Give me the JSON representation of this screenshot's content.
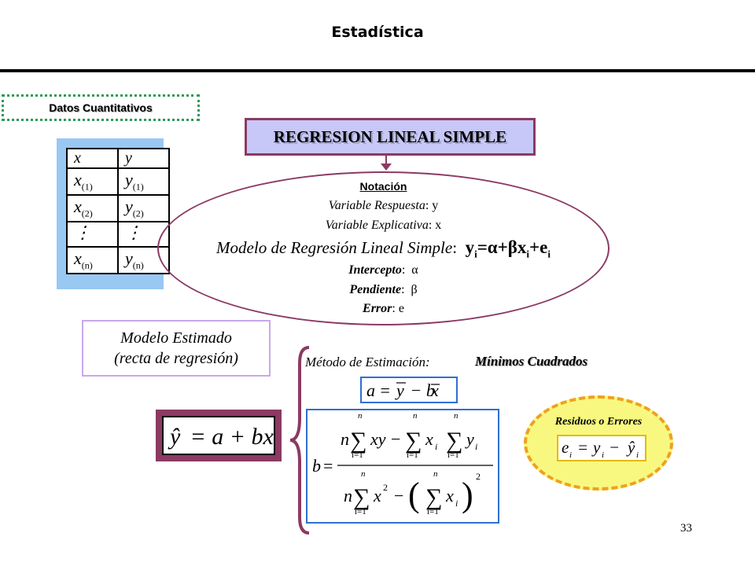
{
  "header": {
    "title": "Estadística"
  },
  "datos": {
    "label": "Datos Cuantitativos"
  },
  "table": {
    "headers": [
      "x",
      "y"
    ],
    "rows": [
      {
        "x": "x",
        "x_sub": "(1)",
        "y": "y",
        "y_sub": "(1)"
      },
      {
        "x": "x",
        "x_sub": "(2)",
        "y": "y",
        "y_sub": "(2)"
      },
      {
        "x": "⋮",
        "x_sub": "",
        "y": "⋮",
        "y_sub": ""
      },
      {
        "x": "x",
        "x_sub": "(n)",
        "y": "y",
        "y_sub": "(n)"
      }
    ]
  },
  "title_box": {
    "label": "REGRESION LINEAL SIMPLE"
  },
  "notation": {
    "heading": "Notación",
    "respuesta_label": "Variable Respuesta",
    "respuesta_value": "y",
    "explicativa_label": "Variable Explicativa",
    "explicativa_value": "x",
    "modelo_label": "Modelo de Regresión Lineal Simple",
    "modelo_y": "y",
    "modelo_eq1": "=α+β",
    "modelo_x": "x",
    "modelo_plus": "+",
    "modelo_e": "e",
    "subscript_i": "i",
    "intercepto_label": "Intercepto",
    "intercepto_value": "α",
    "pendiente_label": "Pendiente",
    "pendiente_value": "β",
    "error_label": "Error",
    "error_value": "e"
  },
  "estimado": {
    "line1": "Modelo Estimado",
    "line2": "(recta de regresión)"
  },
  "metodo": {
    "label": "Método de Estimación:",
    "value": "Mínimos Cuadrados"
  },
  "formulas": {
    "yhat": {
      "lhs": "ŷ",
      "rhs": " = a + bx"
    },
    "a": {
      "lhs": "a",
      "eq": " = ",
      "ybar": "y",
      "minus_b": " − b",
      "xbar": "x"
    },
    "b": {
      "lhs": "b",
      "eq": "=",
      "n": "n",
      "sum": "∑",
      "sum_lower": "i=1",
      "xy": "xy",
      "minus": "−",
      "xi": "x",
      "yi": "y",
      "sub_i": "i",
      "x2": "x",
      "sup2": "2",
      "open": "(",
      "close": ")"
    },
    "e": {
      "lhs": "e",
      "eq": " = ",
      "y": "y",
      "minus": " − ",
      "yhat": "ŷ",
      "sub_i": "i"
    }
  },
  "residuos": {
    "label": "Residuos o Errores"
  },
  "page": {
    "number": "33"
  }
}
